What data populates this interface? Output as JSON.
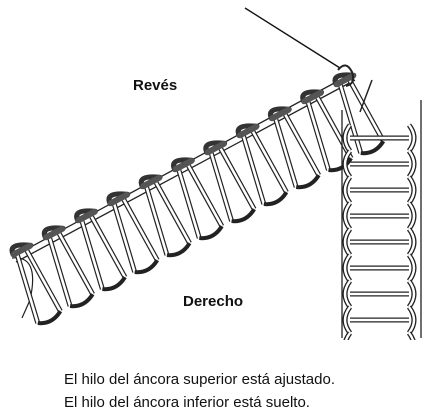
{
  "labels": {
    "top": "Revés",
    "bottom": "Derecho"
  },
  "caption": {
    "line1": "El hilo del áncora superior está ajustado.",
    "line2": "El hilo del áncora inferior está suelto."
  }
}
